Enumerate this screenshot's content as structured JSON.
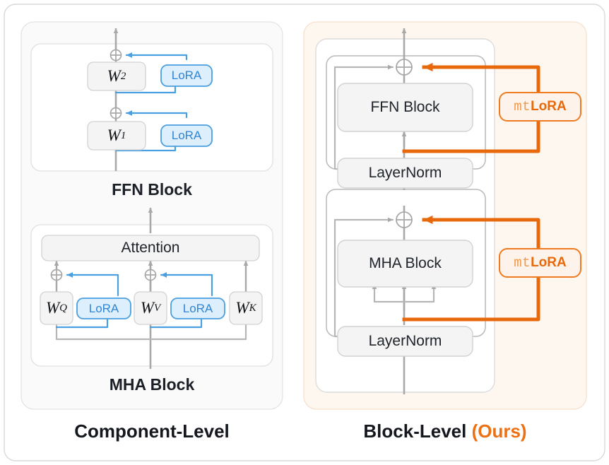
{
  "figure": {
    "type": "architecture-diagram",
    "description": "Comparison of component-level LoRA adaptation versus block-level mtLoRA adaptation in a transformer layer",
    "accent_blue": "#2f86d6",
    "accent_blue_fill": "#ddeefc",
    "accent_orange": "#e8690b",
    "accent_orange_light": "#f2994a",
    "accent_orange_fill": "#fdf3ea",
    "panel_gray_fill": "#fafafa",
    "panel_orange_fill": "#fdf7f0",
    "box_fill": "#f4f4f4",
    "wire_gray": "#a8a8a8"
  },
  "left_panel": {
    "caption": "Component-Level",
    "ffn": {
      "title": "FFN Block",
      "weights": [
        {
          "symbol": "W",
          "subscript": "2"
        },
        {
          "symbol": "W",
          "subscript": "1"
        }
      ],
      "adapters": [
        "LoRA",
        "LoRA"
      ]
    },
    "mha": {
      "title": "MHA Block",
      "attention_label": "Attention",
      "weights": [
        {
          "symbol": "W",
          "subscript": "Q"
        },
        {
          "symbol": "W",
          "subscript": "V"
        },
        {
          "symbol": "W",
          "subscript": "K"
        }
      ],
      "adapters": [
        "LoRA",
        "LoRA"
      ]
    }
  },
  "right_panel": {
    "caption_main": "Block-Level",
    "caption_suffix": "(Ours)",
    "ffn_group": {
      "block_label": "FFN Block",
      "norm_label": "LayerNorm",
      "adapter": {
        "prefix": "mt",
        "name": "LoRA"
      }
    },
    "mha_group": {
      "block_label": "MHA Block",
      "norm_label": "LayerNorm",
      "adapter": {
        "prefix": "mt",
        "name": "LoRA"
      }
    }
  }
}
